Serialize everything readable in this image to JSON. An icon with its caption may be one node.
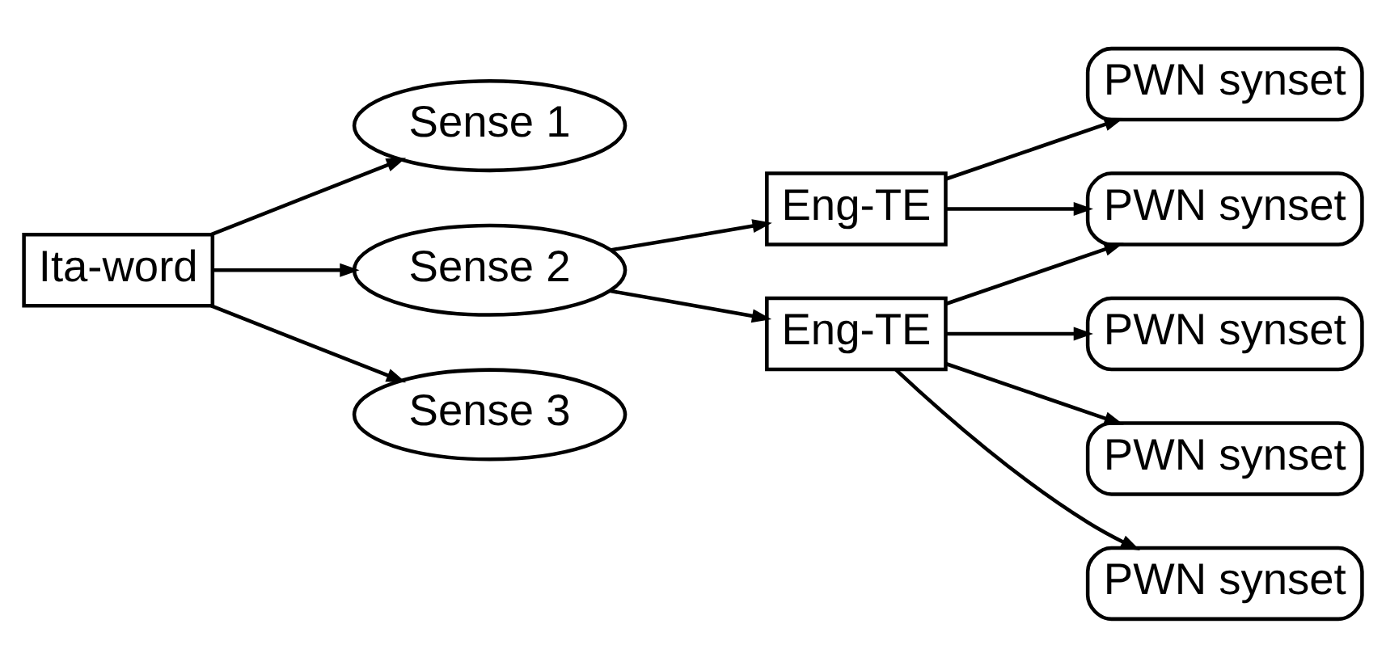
{
  "diagram": {
    "nodes": [
      {
        "text": [
          "Ita-word"
        ]
      },
      {
        "text": [
          "Sense 1"
        ]
      },
      {
        "text": [
          "Sense 2"
        ]
      },
      {
        "text": [
          "Sense 3"
        ]
      },
      {
        "text": [
          "Eng-TE"
        ]
      },
      {
        "text": [
          "Eng-TE"
        ]
      },
      {
        "text": [
          "PWN synset"
        ]
      },
      {
        "text": [
          "PWN synset"
        ]
      },
      {
        "text": [
          "PWN synset"
        ]
      },
      {
        "text": [
          "PWN synset"
        ]
      },
      {
        "text": [
          "PWN synset"
        ]
      }
    ],
    "edges": [
      {
        "from": 0,
        "to": 1,
        "arrow": "to"
      },
      {
        "from": 0,
        "to": 2,
        "arrow": "to"
      },
      {
        "from": 0,
        "to": 3,
        "arrow": "to"
      },
      {
        "from": 2,
        "to": 4,
        "arrow": "to"
      },
      {
        "from": 2,
        "to": 5,
        "arrow": "to"
      },
      {
        "from": 4,
        "to": 6,
        "arrow": "to"
      },
      {
        "from": 4,
        "to": 7,
        "arrow": "to"
      },
      {
        "from": 5,
        "to": 7,
        "arrow": "to"
      },
      {
        "from": 5,
        "to": 8,
        "arrow": "to"
      },
      {
        "from": 5,
        "to": 9,
        "arrow": "to"
      },
      {
        "from": 5,
        "to": 10,
        "arrow": "to"
      }
    ]
  }
}
